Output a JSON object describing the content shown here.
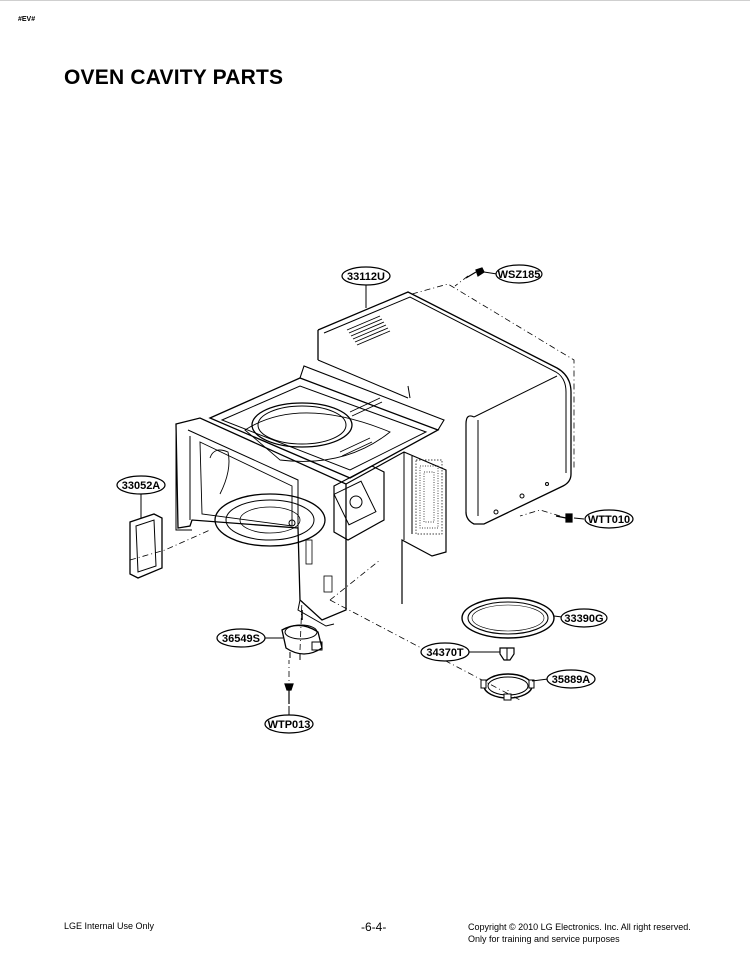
{
  "header": {
    "code": "#EV#",
    "title": "OVEN CAVITY PARTS"
  },
  "parts": {
    "p33112U": "33112U",
    "pWSZ185": "WSZ185",
    "p33052A": "33052A",
    "pWTT010": "WTT010",
    "p33390G": "33390G",
    "p36549S": "36549S",
    "p34370T": "34370T",
    "p35889A": "35889A",
    "pWTP013": "WTP013"
  },
  "footer": {
    "left": "LGE Internal Use Only",
    "page": "-6-4-",
    "copyright": "Copyright © 2010 LG Electronics. Inc. All right reserved.",
    "note": "Only for training and service purposes"
  }
}
